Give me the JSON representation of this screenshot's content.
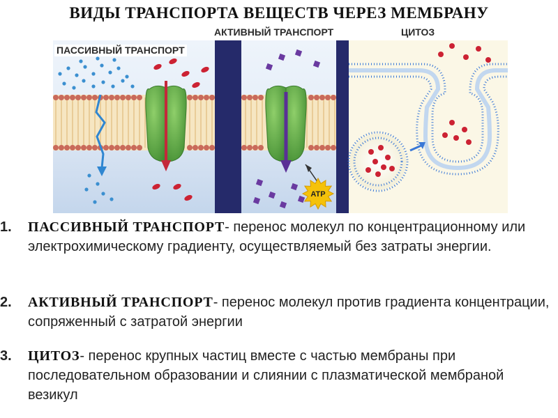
{
  "title": "ВИДЫ ТРАНСПОРТА ВЕЩЕСТВ ЧЕРЕЗ МЕМБРАНУ",
  "figure": {
    "passive_label": "ПАССИВНЫЙ ТРАНСПОРТ",
    "active_label": "АКТИВНЫЙ ТРАНСПОРТ",
    "cytosis_label": "ЦИТОЗ",
    "atp_label": "ATP",
    "colors": {
      "membrane_head": "#c96a5a",
      "membrane_tail": "#f2d9a8",
      "channel_protein": "#5aa646",
      "molecule_red": "#cc2233",
      "molecule_blue": "#3b8fd0",
      "molecule_purple": "#6a3aa0",
      "separator": "#252a6a",
      "vesicle_membrane": "#3a78d6",
      "atp_burst": "#f5c20a"
    }
  },
  "items": [
    {
      "number": "1.",
      "term": "ПАССИВНЫЙ ТРАНСПОРТ",
      "rest": "- перенос молекул по концентрационному или электрохимическому градиенту, осуществляемый без затраты энергии."
    },
    {
      "number": "2.",
      "term": "АКТИВНЫЙ ТРАНСПОРТ",
      "rest": "- перенос молекул против градиента концентрации, сопряженный с затратой энергии"
    },
    {
      "number": "3.",
      "term": "ЦИТОЗ",
      "rest": "- перенос крупных частиц вместе с частью мембраны при последовательном образовании и слиянии с плазматической мембраной везикул"
    }
  ]
}
